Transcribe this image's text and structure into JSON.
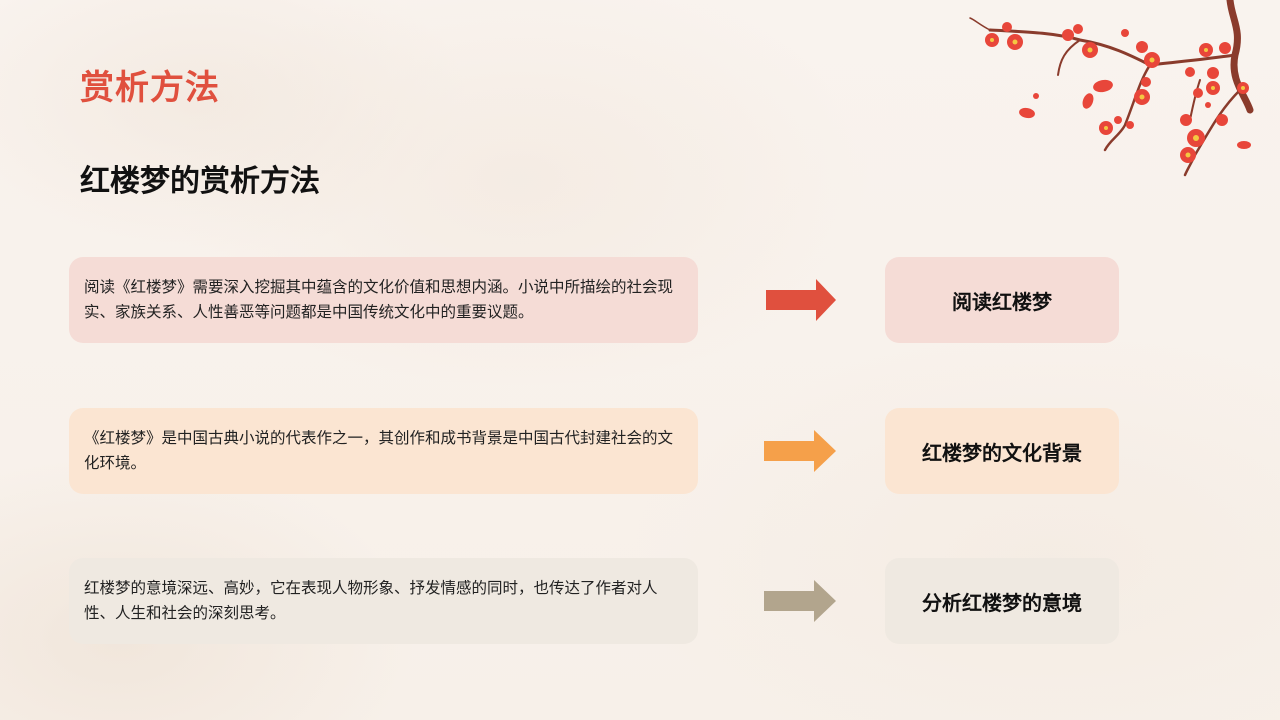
{
  "slide": {
    "title": "赏析方法",
    "subtitle": "红楼梦的赏析方法",
    "colors": {
      "title": "#e0503e",
      "row1_box": "#f5dcd6",
      "row1_arrow": "#e0503e",
      "row2_box": "#fbe5d2",
      "row2_arrow": "#f5a04a",
      "row3_box": "#efe9e1",
      "row3_arrow": "#b2a58d"
    },
    "rows": [
      {
        "description": "阅读《红楼梦》需要深入挖掘其中蕴含的文化价值和思想内涵。小说中所描绘的社会现实、家族关系、人性善恶等问题都是中国传统文化中的重要议题。",
        "label": "阅读红楼梦"
      },
      {
        "description": "《红楼梦》是中国古典小说的代表作之一，其创作和成书背景是中国古代封建社会的文化环境。",
        "label": "红楼梦的文化背景"
      },
      {
        "description": "红楼梦的意境深远、高妙，它在表现人物形象、抒发情感的同时，也传达了作者对人性、人生和社会的深刻思考。",
        "label": "分析红楼梦的意境"
      }
    ],
    "decoration": "plum-blossom-branch"
  }
}
